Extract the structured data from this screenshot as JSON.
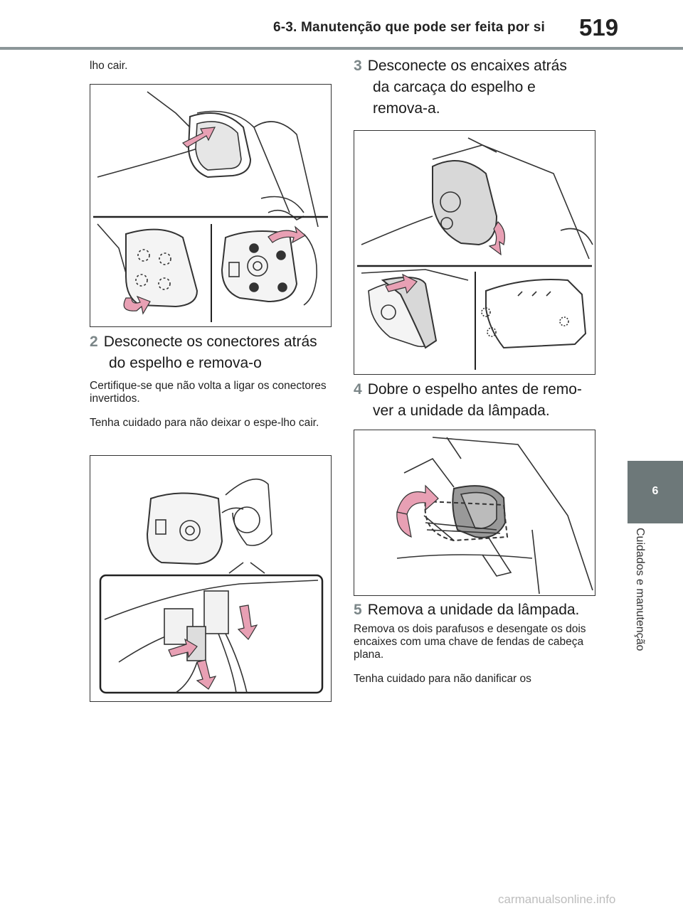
{
  "header": {
    "section_title": "6-3. Manutenção que pode ser feita por si",
    "page_number": "519"
  },
  "side_tab": {
    "chapter_number": "6",
    "chapter_title": "Cuidados e manutenção"
  },
  "left_column": {
    "continued_text": "lho cair.",
    "step2": {
      "number": "2",
      "title_line1": "Desconecte os conectores atrás",
      "title_line2": "do espelho e remova-o"
    },
    "note1": "Certifique-se que não volta a ligar os conectores invertidos.",
    "note2": "Tenha cuidado para não deixar o espe-lho cair."
  },
  "right_column": {
    "step3": {
      "number": "3",
      "title_line1": "Desconecte os encaixes atrás",
      "title_line2": "da carcaça do espelho e",
      "title_line3": "remova-a."
    },
    "step4": {
      "number": "4",
      "title_line1": "Dobre o espelho antes de remo-",
      "title_line2": "ver a unidade da lâmpada."
    },
    "step5": {
      "number": "5",
      "title": "Remova a unidade da lâmpada."
    },
    "note3": "Remova os dois parafusos e desengate os dois encaixes com uma chave de fendas de cabeça plana.",
    "note4": "Tenha cuidado para não danificar os"
  },
  "colors": {
    "arrow_pink": "#e8a0b4",
    "tab_gray": "#6d7879",
    "step_number_gray": "#7b8688"
  },
  "watermark": "carmanualsonline.info"
}
